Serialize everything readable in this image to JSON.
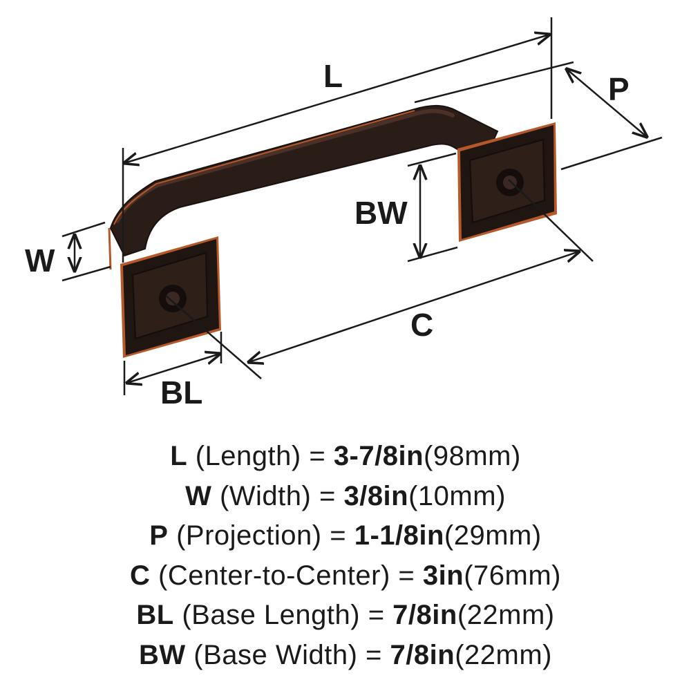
{
  "diagram": {
    "labels": {
      "L": "L",
      "P": "P",
      "W": "W",
      "BW": "BW",
      "C": "C",
      "BL": "BL"
    },
    "colors": {
      "finish": "#2a1c17",
      "finish_highlight": "#4a3027",
      "copper_edge": "#b5582a",
      "dimension_line": "#1a1a1a"
    }
  },
  "specs": [
    {
      "code": "L",
      "name": " (Length) = ",
      "imperial": "3-7/8in",
      "metric": "(98mm)"
    },
    {
      "code": "W",
      "name": " (Width) = ",
      "imperial": "3/8in",
      "metric": "(10mm)"
    },
    {
      "code": "P",
      "name": " (Projection) = ",
      "imperial": "1-1/8in",
      "metric": "(29mm)"
    },
    {
      "code": "C",
      "name": " (Center-to-Center) = ",
      "imperial": "3in",
      "metric": "(76mm)"
    },
    {
      "code": "BL",
      "name": " (Base Length) = ",
      "imperial": "7/8in",
      "metric": "(22mm)"
    },
    {
      "code": "BW",
      "name": " (Base Width) = ",
      "imperial": "7/8in",
      "metric": "(22mm)"
    }
  ]
}
